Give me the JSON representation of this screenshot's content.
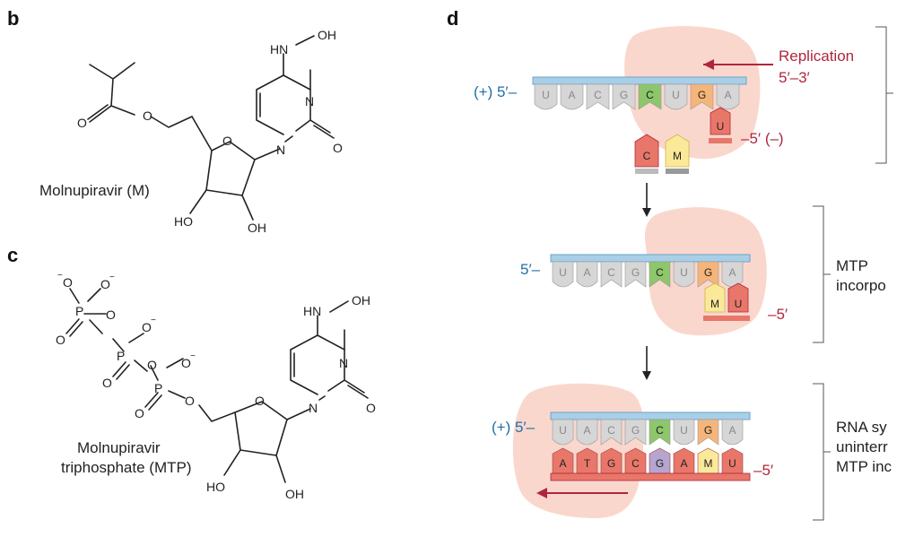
{
  "panels": {
    "b": {
      "letter": "b",
      "name": "Molnupiravir (M)",
      "atoms": {
        "nh": "HN",
        "oh": "OH",
        "n1": "N",
        "n2": "N",
        "o_ring": "O",
        "o_carbonyl": "O",
        "o_ester": "O",
        "o_carbonyl2": "O",
        "ho": "HO",
        "oh2": "OH"
      }
    },
    "c": {
      "letter": "c",
      "name_line1": "Molnupiravir",
      "name_line2": "triphosphate (MTP)",
      "atoms": {
        "nh": "HN",
        "oh": "OH",
        "n1": "N",
        "n2": "N",
        "o_ring": "O",
        "o_carbonyl": "O",
        "ho": "HO",
        "oh2": "OH",
        "p": "P",
        "o": "O",
        "neg": "−"
      }
    },
    "d": {
      "letter": "d",
      "replication_line1": "Replication",
      "replication_line2": "5′–3′",
      "step1_template_label": "(+) 5′–",
      "step1_product_label": "–5′ (–)",
      "step2_template_label": "5′–",
      "step2_product_label": "–5′",
      "step3_template_label": "(+) 5′–",
      "step3_product_label": "–5′",
      "step2_side_line1": "MTP",
      "step2_side_line2": "incorpo",
      "step3_side_line1": "RNA sy",
      "step3_side_line2": "uninterr",
      "step3_side_line3": "MTP inc",
      "template_bases": [
        "U",
        "A",
        "C",
        "G",
        "C",
        "U",
        "G",
        "A"
      ],
      "step1_new_base": "U",
      "free_nucleotides": [
        "C",
        "M"
      ],
      "step2_new_bases": [
        "M",
        "U"
      ],
      "step3_new_bases": [
        "A",
        "T",
        "G",
        "C",
        "G",
        "A",
        "M",
        "U"
      ]
    }
  },
  "colors": {
    "strand_blue": "#a9cfe7",
    "polymerase": "#f9d3c8",
    "template_gray": "#d6d6d6",
    "guanine_green": "#8dc66b",
    "guanine_orange": "#f5b57a",
    "m_yellow": "#fbe99a",
    "red_base": "#e8776a",
    "purple_base": "#b6a5cf",
    "label_blue": "#1f6fa8",
    "label_red": "#b0263b"
  }
}
